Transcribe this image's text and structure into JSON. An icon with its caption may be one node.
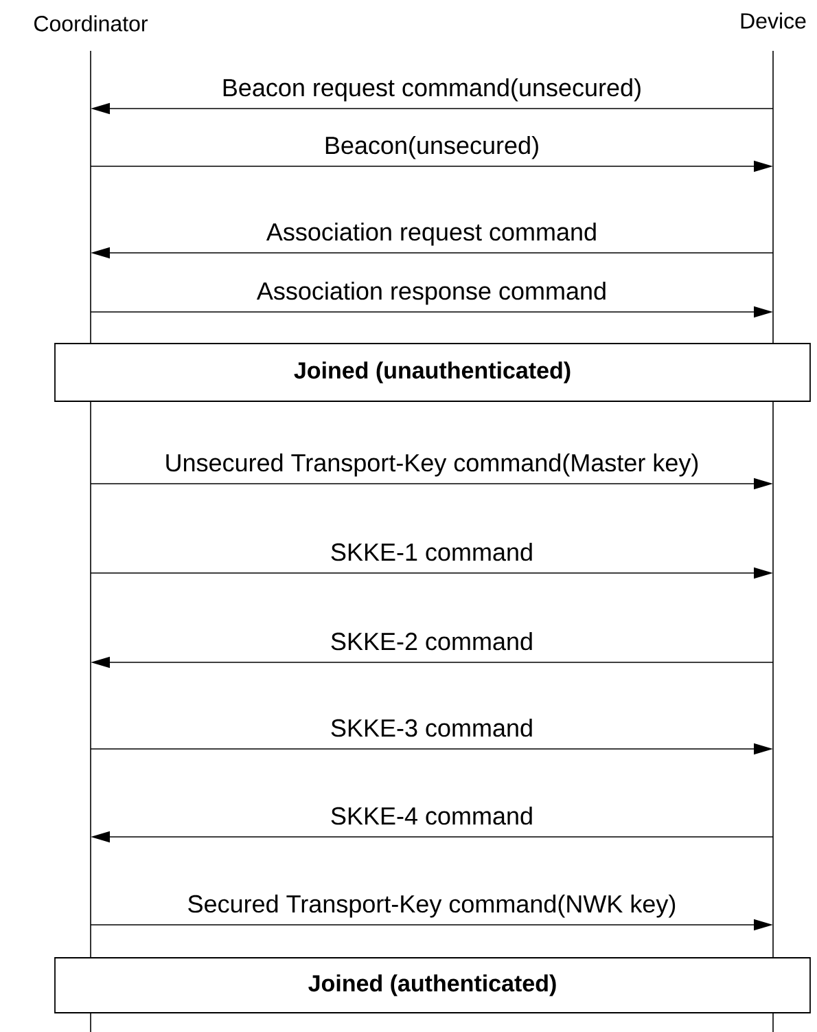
{
  "diagram": {
    "nodes": [
      {
        "text": [
          "Coordinator"
        ]
      },
      {
        "text": [
          "Device"
        ]
      },
      {
        "text": [
          "Joined (unauthenticated)"
        ]
      },
      {
        "text": [
          "Joined (authenticated)"
        ]
      }
    ],
    "edges": [
      {
        "from": 1,
        "to": 0,
        "arrow": "to",
        "label": "Beacon request command(unsecured)"
      },
      {
        "from": 0,
        "to": 1,
        "arrow": "to",
        "label": "Beacon(unsecured)"
      },
      {
        "from": 1,
        "to": 0,
        "arrow": "to",
        "label": "Association request command"
      },
      {
        "from": 0,
        "to": 1,
        "arrow": "to",
        "label": "Association response command"
      },
      {
        "from": 0,
        "to": 1,
        "arrow": "to",
        "label": "Unsecured Transport-Key command(Master key)"
      },
      {
        "from": 0,
        "to": 1,
        "arrow": "to",
        "label": "SKKE-1 command"
      },
      {
        "from": 1,
        "to": 0,
        "arrow": "to",
        "label": "SKKE-2 command"
      },
      {
        "from": 0,
        "to": 1,
        "arrow": "to",
        "label": "SKKE-3 command"
      },
      {
        "from": 1,
        "to": 0,
        "arrow": "to",
        "label": "SKKE-4 command"
      },
      {
        "from": 0,
        "to": 1,
        "arrow": "to",
        "label": "Secured Transport-Key command(NWK key)"
      }
    ]
  }
}
